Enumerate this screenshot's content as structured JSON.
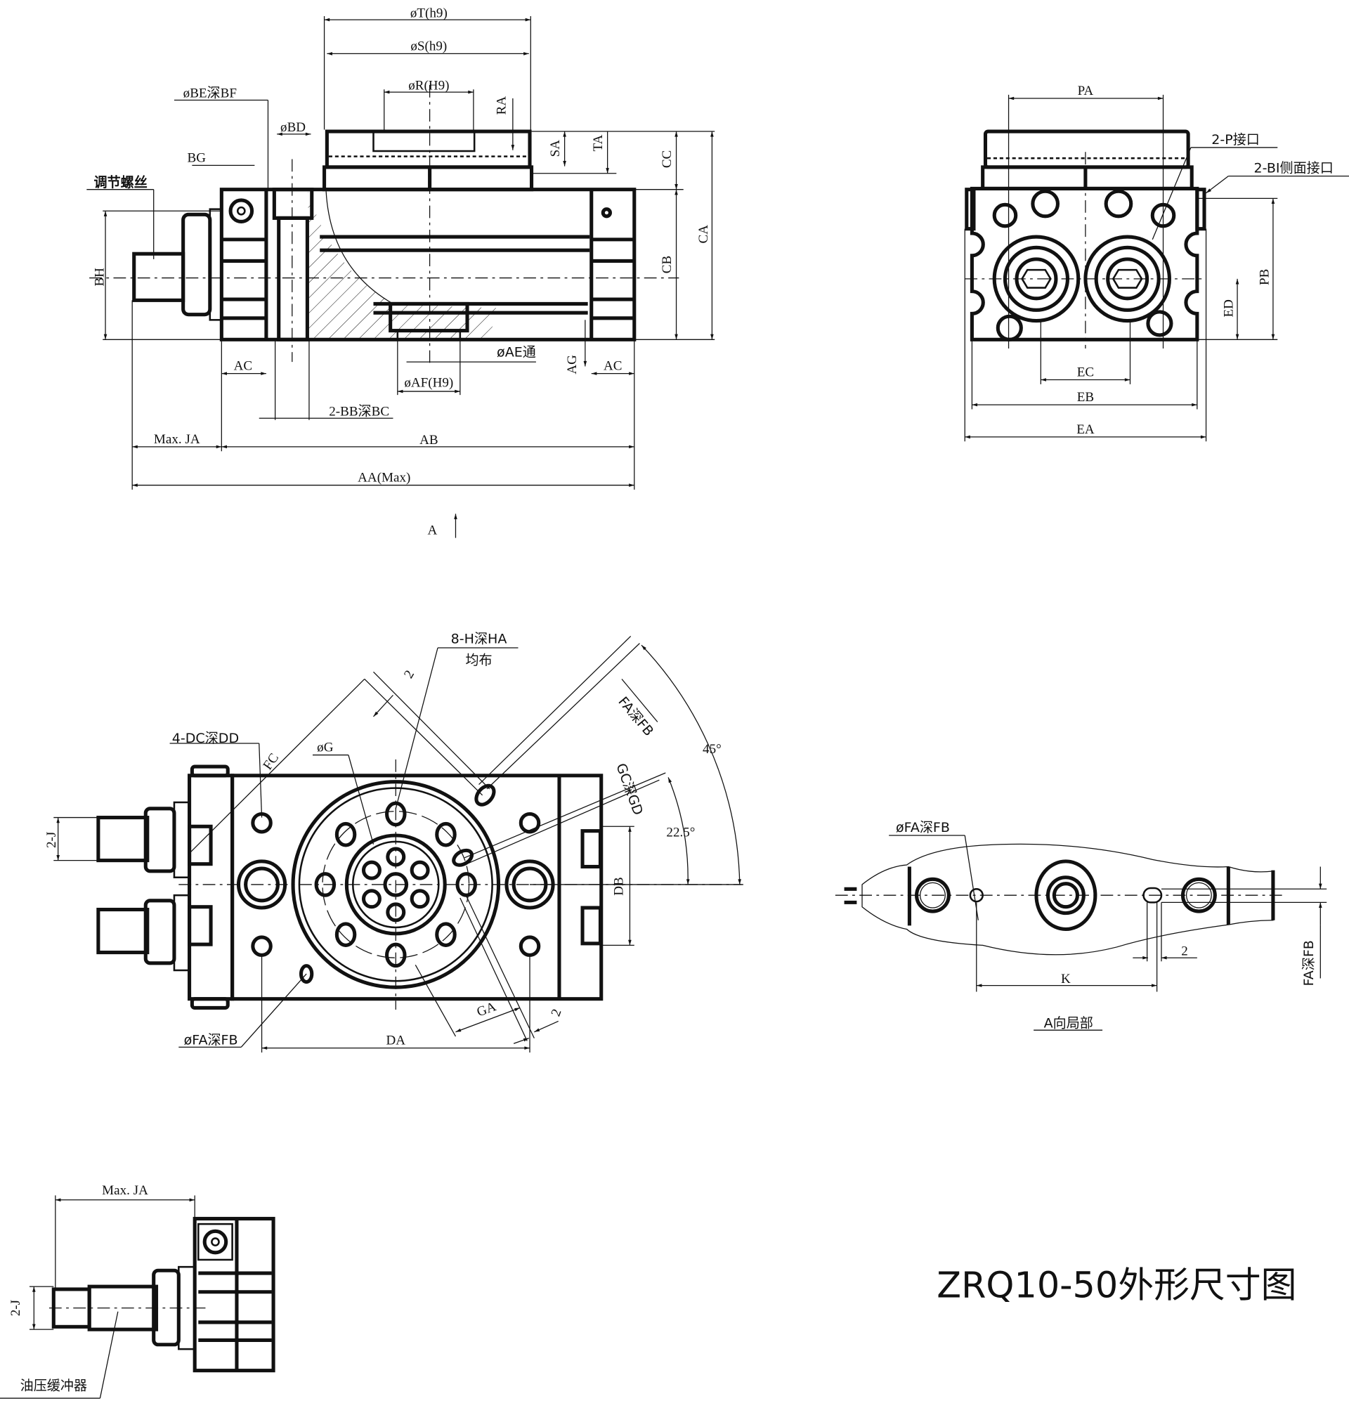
{
  "drawing_title": "ZRQ10-50外形尺寸图",
  "front_view": {
    "dim_T": "øT(h9)",
    "dim_S": "øS(h9)",
    "dim_R": "øR(H9)",
    "dim_BE": "øBE深BF",
    "dim_BD": "øBD",
    "dim_BG": "BG",
    "adjust_screw": "调节螺丝",
    "dim_RA": "RA",
    "dim_SA": "SA",
    "dim_TA": "TA",
    "dim_CC": "CC",
    "dim_CB": "CB",
    "dim_CA": "CA",
    "dim_BH": "BH",
    "dim_AC_left": "AC",
    "dim_AC_right": "AC",
    "dim_AE": "øAE通",
    "dim_AG": "AG",
    "dim_AF": "øAF(H9)",
    "dim_BB": "2-BB深BC",
    "dim_JA": "Max. JA",
    "dim_AB": "AB",
    "dim_AA": "AA(Max)",
    "view_arrow": "A"
  },
  "side_view": {
    "dim_PA": "PA",
    "port_P": "2-P接口",
    "port_BI": "2-BI侧面接口",
    "dim_PB": "PB",
    "dim_ED": "ED",
    "dim_EC": "EC",
    "dim_EB": "EB",
    "dim_EA": "EA"
  },
  "top_view": {
    "holes_H": "8-H深HA",
    "holes_H_note": "均布",
    "dim_2_top": "2",
    "dim_FA_FB": "FA深FB",
    "angle_45": "45°",
    "holes_DC": "4-DC深DD",
    "dim_FC": "FC",
    "dim_G": "øG",
    "dim_GC": "GC深GD",
    "angle_22": "22.5°",
    "dim_2J": "2-J",
    "dim_DB": "DB",
    "dim_GA": "GA",
    "dim_2_bottom": "2",
    "dim_FA_bottom": "øFA深FB",
    "dim_DA": "DA"
  },
  "a_view": {
    "dim_FA": "øFA深FB",
    "dim_2": "2",
    "dim_K": "K",
    "dim_FA_side": "FA深FB",
    "caption": "A向局部"
  },
  "damper_view": {
    "dim_JA": "Max. JA",
    "dim_2J": "2-J",
    "damper_label": "油压缓冲器"
  }
}
